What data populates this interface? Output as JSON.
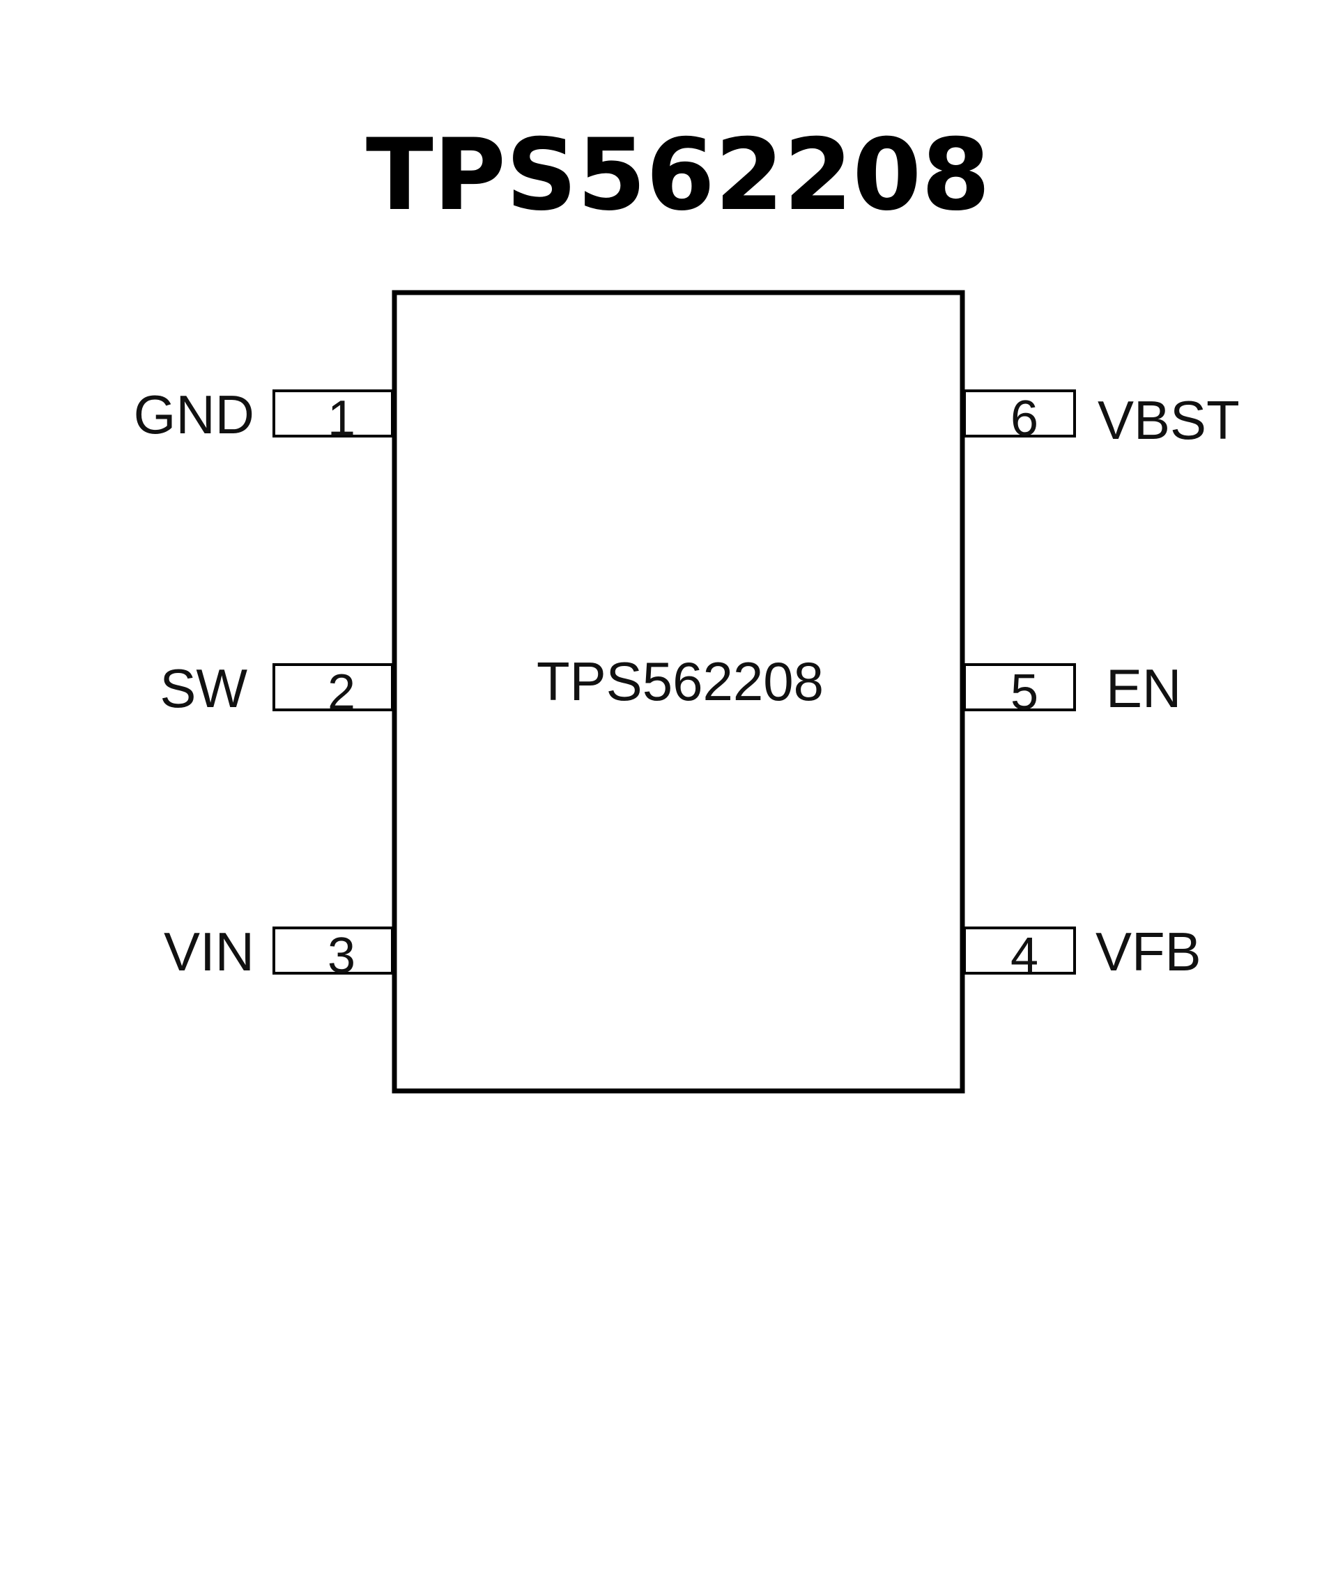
{
  "title": "TPS562208",
  "chip_label": "TPS562208",
  "pins": [
    {
      "number": "1",
      "name": "GND"
    },
    {
      "number": "2",
      "name": "SW"
    },
    {
      "number": "3",
      "name": "VIN"
    },
    {
      "number": "4",
      "name": "VFB"
    },
    {
      "number": "5",
      "name": "EN"
    },
    {
      "number": "6",
      "name": "VBST"
    }
  ]
}
